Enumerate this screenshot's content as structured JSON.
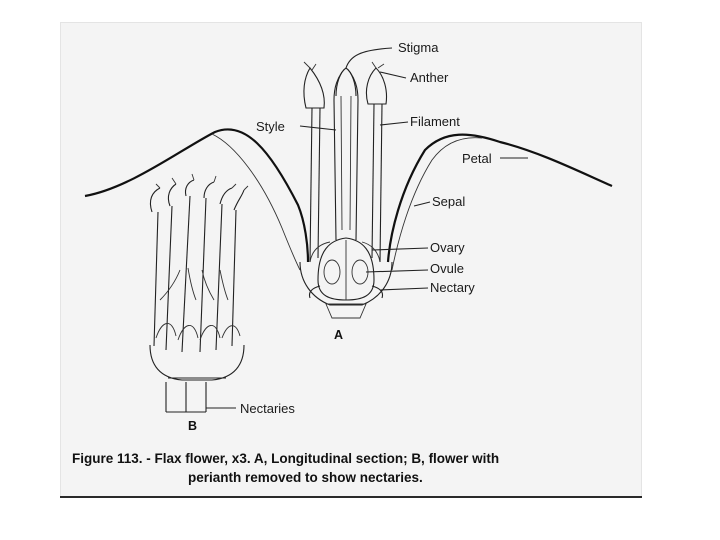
{
  "figure": {
    "labels": {
      "stigma": "Stigma",
      "anther": "Anther",
      "style": "Style",
      "filament": "Filament",
      "petal": "Petal",
      "sepal": "Sepal",
      "ovary": "Ovary",
      "ovule": "Ovule",
      "nectary": "Nectary",
      "nectaries": "Nectaries"
    },
    "panel_a_letter": "A",
    "panel_b_letter": "B",
    "caption_line1": "Figure 113. - Flax flower, x3. A, Longitudinal section; B, flower with",
    "caption_line2": "perianth removed to show nectaries."
  }
}
